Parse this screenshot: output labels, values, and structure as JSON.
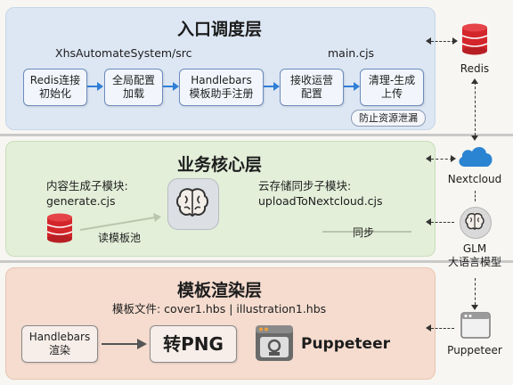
{
  "entry_layer": {
    "title": "入口调度层",
    "path_left": "XhsAutomateSystem/src",
    "path_right": "main.cjs",
    "steps": [
      "Redis连接\n初始化",
      "全局配置\n加载",
      "Handlebars\n模板助手注册",
      "接收运营\n配置",
      "清理-生成\n上传"
    ],
    "badge": "防止资源泄漏"
  },
  "core_layer": {
    "title": "业务核心层",
    "generate_label": "内容生成子模块:",
    "generate_file": "generate.cjs",
    "upload_label": "云存储同步子模块:",
    "upload_file": "uploadToNextcloud.cjs",
    "read_template": "读模板池",
    "sync": "同步"
  },
  "render_layer": {
    "title": "模板渲染层",
    "template_files": "模板文件: cover1.hbs | illustration1.hbs",
    "handlebars_box": "Handlebars\n渲染",
    "png_box": "转PNG",
    "puppeteer": "Puppeteer"
  },
  "right_column": {
    "redis": "Redis",
    "nextcloud": "Nextcloud",
    "glm": "GLM\n大语言模型",
    "puppeteer": "Puppeteer"
  },
  "colors": {
    "entry_bg": "#dde7f4",
    "core_bg": "#e3efd9",
    "render_bg": "#f5dccf",
    "arrow_blue": "#2f7fd6",
    "redis_red": "#d3262b",
    "cloud_blue": "#2a84d2"
  }
}
